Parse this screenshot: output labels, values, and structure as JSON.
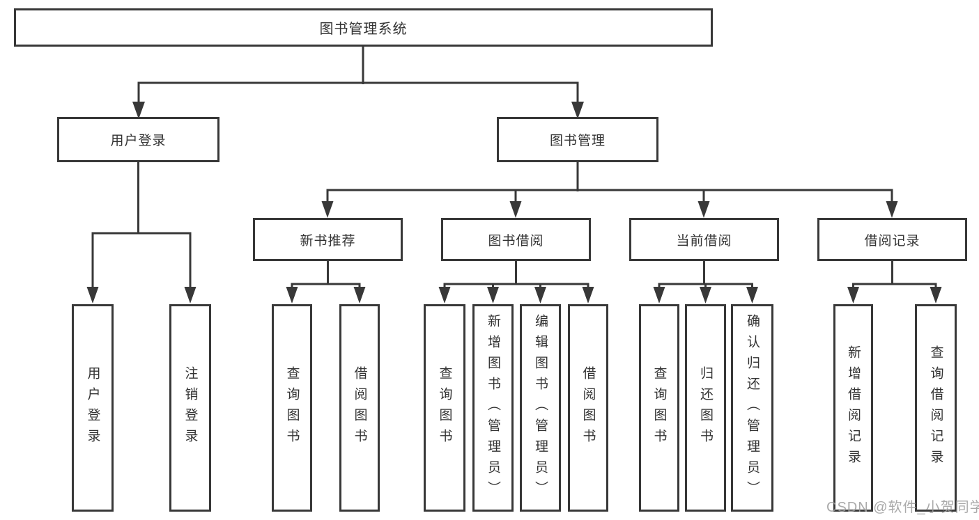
{
  "diagram": {
    "root": "图书管理系统",
    "level2": {
      "user_login": "用户登录",
      "book_management": "图书管理"
    },
    "level3": {
      "new_book_recommend": "新书推荐",
      "book_borrow": "图书借阅",
      "current_borrow": "当前借阅",
      "borrow_record": "借阅记录"
    },
    "leaves": {
      "user_login_children": [
        "用户登录",
        "注销登录"
      ],
      "new_book_recommend_children": [
        "查询图书",
        "借阅图书"
      ],
      "book_borrow_children": [
        "查询图书",
        "新增图书（管理员）",
        "编辑图书（管理员）",
        "借阅图书"
      ],
      "current_borrow_children": [
        "查询图书",
        "归还图书",
        "确认归还（管理员）"
      ],
      "borrow_record_children": [
        "新增借阅记录",
        "查询借阅记录"
      ]
    }
  },
  "watermark": "CSDN @软件_小贺同学",
  "colors": {
    "line": "#383838",
    "box_border": "#383838",
    "text": "#333333",
    "watermark": "#9c9c9c",
    "background": "#ffffff"
  }
}
